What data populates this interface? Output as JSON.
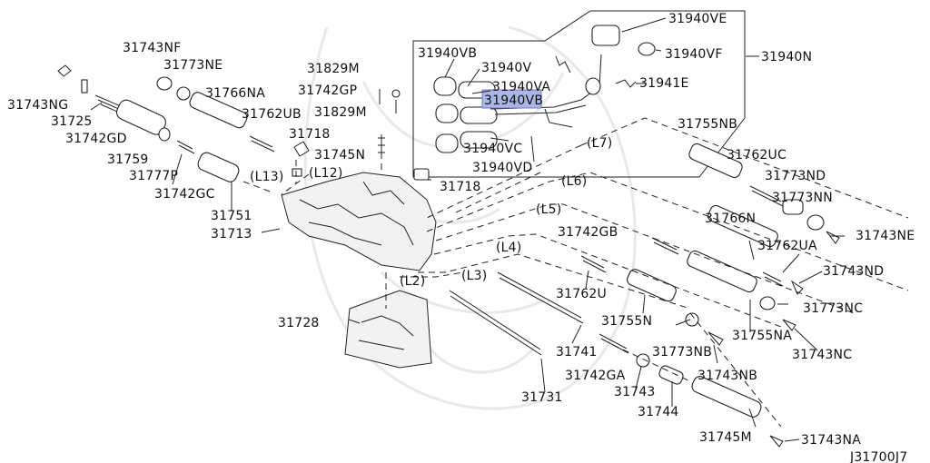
{
  "diagram": {
    "title_code": "J31700J7",
    "highlight_color": "#a9b6e6",
    "labels": {
      "p31940VE": "31940VE",
      "p31940VF": "31940VF",
      "p31940N": "31940N",
      "p31940VB_a": "31940VB",
      "p31940V": "31940V",
      "p31940VA": "31940VA",
      "p31940VB_b": "31940VB",
      "p31941E": "31941E",
      "p31940VC": "31940VC",
      "p31940VD": "31940VD",
      "p31743NF": "31743NF",
      "p31773NE": "31773NE",
      "p31743NG": "31743NG",
      "p31766NA": "31766NA",
      "p31725": "31725",
      "p31742GD": "31742GD",
      "p31762UB": "31762UB",
      "p31829M_a": "31829M",
      "p31742GP": "31742GP",
      "p31829M_b": "31829M",
      "p31718_a": "31718",
      "p31745N": "31745N",
      "p31759": "31759",
      "p31777P": "31777P",
      "p31742GC": "31742GC",
      "L13": "(L13)",
      "L12": "(L12)",
      "p31718_b": "31718",
      "p31751": "31751",
      "p31713": "31713",
      "L7": "(L7)",
      "L6": "(L6)",
      "L5": "(L5)",
      "L4": "(L4)",
      "L3": "(L3)",
      "L2": "(L2)",
      "p31755NB": "31755NB",
      "p31762UC": "31762UC",
      "p31773ND": "31773ND",
      "p31773NN": "31773NN",
      "p31743NE": "31743NE",
      "p31766N": "31766N",
      "p31742GB": "31742GB",
      "p31762UA": "31762UA",
      "p31743ND": "31743ND",
      "p31762U": "31762U",
      "p31755N": "31755N",
      "p31773NC": "31773NC",
      "p31755NA": "31755NA",
      "p31743NC": "31743NC",
      "p31728": "31728",
      "p31741": "31741",
      "p31773NB": "31773NB",
      "p31743NB": "31743NB",
      "p31742GA": "31742GA",
      "p31743": "31743",
      "p31731": "31731",
      "p31744": "31744",
      "p31745M": "31745M",
      "p31743NA": "31743NA"
    }
  }
}
